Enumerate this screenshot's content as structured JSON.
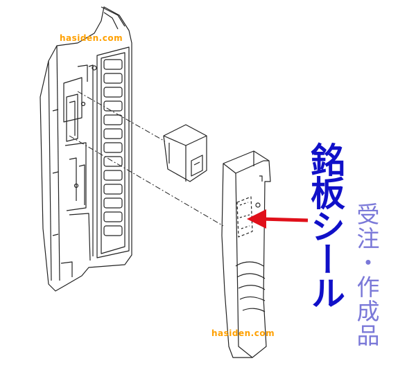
{
  "watermarks": {
    "top": "hasiden.com",
    "bottom": "hasiden.com"
  },
  "labels": {
    "main": "銘板シール",
    "sub": "受注・作成品"
  },
  "colors": {
    "main_label": "#1010c8",
    "sub_label": "#7a78d8",
    "arrow": "#e0101a",
    "watermark": "#ffa000",
    "line": "#222222"
  },
  "icons": {
    "pointer": "arrow-left-icon"
  }
}
